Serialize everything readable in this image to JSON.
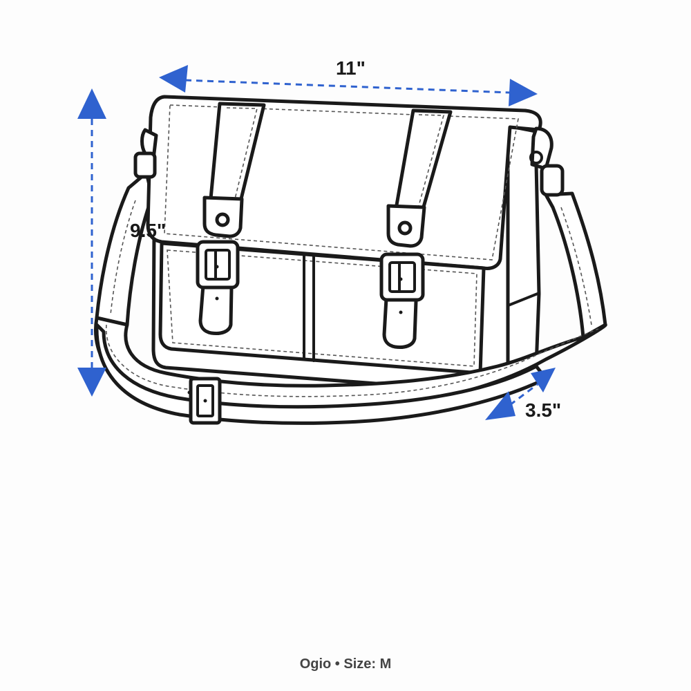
{
  "dimensions": {
    "width": "11\"",
    "height": "9.5\"",
    "depth": "3.5\""
  },
  "caption": {
    "brand": "Ogio",
    "separator": "•",
    "size_label": "Size:",
    "size_value": "M"
  },
  "colors": {
    "arrow": "#2f62cf",
    "outline": "#1a1a1a",
    "background": "#ffffff"
  },
  "icons": [
    "messenger-bag-illustration",
    "dimension-arrow"
  ]
}
